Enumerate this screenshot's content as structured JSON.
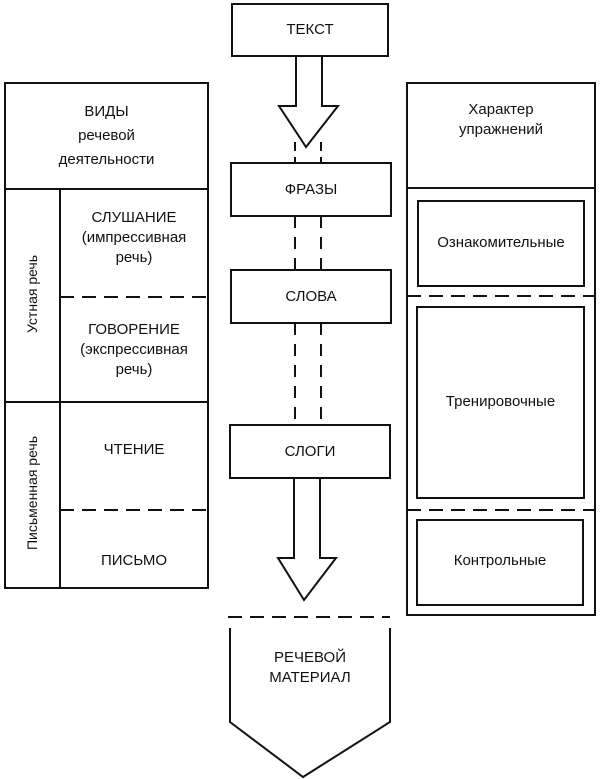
{
  "title": "Виды речевой деятельности и характер упражнений",
  "center_flow": {
    "top": "ТЕКСТ",
    "steps": [
      "ФРАЗЫ",
      "СЛОВА",
      "СЛОГИ"
    ],
    "bottom": [
      "РЕЧЕВОЙ",
      "МАТЕРИАЛ"
    ]
  },
  "left_table": {
    "header": [
      "ВИДЫ",
      "речевой",
      "деятельности"
    ],
    "groups": [
      {
        "label": "Устная речь",
        "rows": [
          {
            "title": "СЛУШАНИЕ",
            "sub": [
              "(импрессивная",
              "речь)"
            ]
          },
          {
            "title": "ГОВОРЕНИЕ",
            "sub": [
              "(экспрессивная",
              "речь)"
            ]
          }
        ]
      },
      {
        "label": "Письменная речь",
        "rows": [
          {
            "title": "ЧТЕНИЕ",
            "sub": []
          },
          {
            "title": "ПИСЬМО",
            "sub": []
          }
        ]
      }
    ]
  },
  "right_table": {
    "header": [
      "Характер",
      "упражнений"
    ],
    "items": [
      "Ознакомительные",
      "Тренировочные",
      "Контрольные"
    ]
  }
}
